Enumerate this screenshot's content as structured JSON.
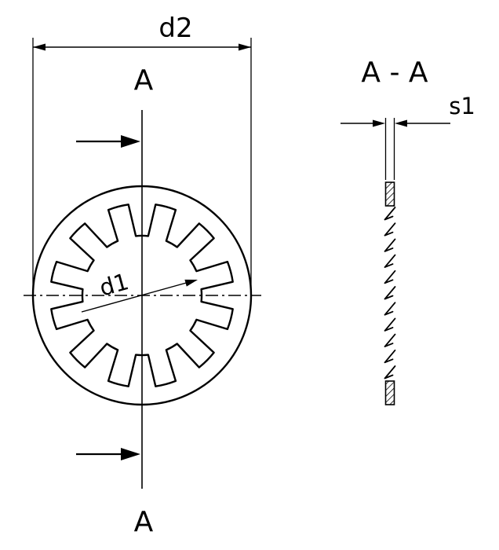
{
  "front_view": {
    "d2_label": "d2",
    "d1_label": "d1",
    "cut_label_top": "A",
    "cut_label_bottom": "A"
  },
  "section_view": {
    "title": "A - A",
    "s1_label": "s1"
  },
  "colors": {
    "line": "#000000",
    "background": "#ffffff"
  }
}
